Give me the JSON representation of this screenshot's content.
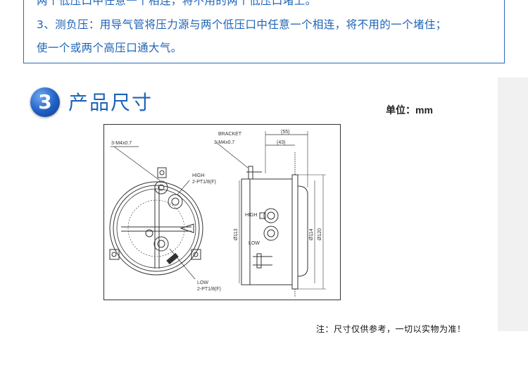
{
  "intro": {
    "line1": "两个低压口中任意一个相连，将不用的两个低压口堵上。",
    "line2": "3、测负压：用导气管将压力源与两个低压口中任意一个相连，将不用的一个堵住；",
    "line3": "使一个或两个高压口通大气。"
  },
  "section": {
    "number": "3",
    "title": "产品尺寸",
    "unit": "单位：mm"
  },
  "drawing": {
    "front_mount_label": "3-M4x0.7",
    "front_high_label": "HIGH",
    "front_high_thread": "2-PT1/8(F)",
    "front_low_label": "LOW",
    "front_low_thread": "2-PT1/8(F)",
    "side_bracket_label": "BRACKET",
    "side_mount_label": "3-M4x0.7",
    "dim_55": "(55)",
    "dim_43": "(43)",
    "side_high_label": "HIGH",
    "side_low_label": "LOW",
    "dia_113": "Ø113",
    "dia_114": "Ø114",
    "dia_120": "Ø120"
  },
  "note": "注：尺寸仅供参考，一切以实物为准！"
}
